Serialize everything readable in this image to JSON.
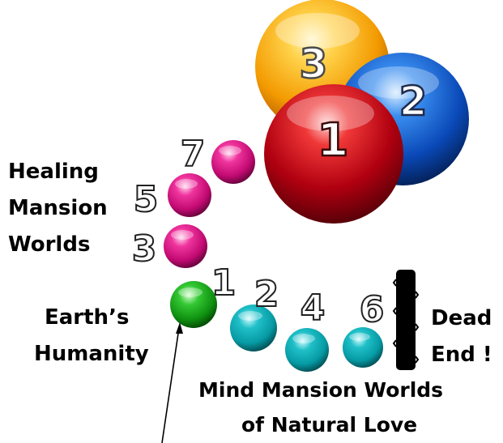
{
  "spheres": {
    "large": [
      {
        "label": "3",
        "color": "#f3a000"
      },
      {
        "label": "2",
        "color": "#0b4fc0"
      },
      {
        "label": "1",
        "color": "#c00010"
      }
    ],
    "healing": [
      {
        "label": "7",
        "color": "#e01a8c"
      },
      {
        "label": "5",
        "color": "#e01a8c"
      },
      {
        "label": "3",
        "color": "#e01a8c"
      }
    ],
    "earth": {
      "label": "1",
      "color": "#18a418"
    },
    "mind": [
      {
        "label": "2",
        "color": "#0aa6b0"
      },
      {
        "label": "4",
        "color": "#0aa6b0"
      },
      {
        "label": "6",
        "color": "#0aa6b0"
      }
    ]
  },
  "labels": {
    "healing_line1": "Healing",
    "healing_line2": "Mansion",
    "healing_line3": "Worlds",
    "earth_line1": "Earth’s",
    "earth_line2": "Humanity",
    "dead_line1": "Dead",
    "dead_line2": "End !",
    "mind_line1": "Mind Mansion Worlds",
    "mind_line2": "of Natural Love"
  },
  "colors": {
    "barrier": "#000000",
    "text": "#000000"
  }
}
